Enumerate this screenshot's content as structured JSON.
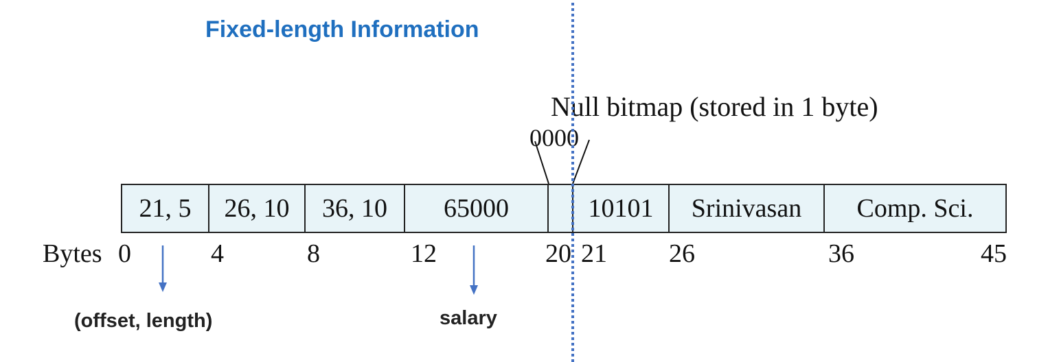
{
  "heading": "Fixed-length Information",
  "null_bitmap": {
    "label": "Null bitmap (stored in 1 byte)",
    "value": "0000"
  },
  "record": {
    "cells": [
      "21, 5",
      "26, 10",
      "36, 10",
      "65000",
      "",
      "10101",
      "Srinivasan",
      "Comp. Sci."
    ]
  },
  "bytes_label": "Bytes",
  "offsets": [
    "0",
    "4",
    "8",
    "12",
    "20",
    "21",
    "26",
    "36",
    "45"
  ],
  "annotations": {
    "offset_length": "(offset, length)",
    "salary": "salary"
  },
  "colors": {
    "heading": "#1F6FBF",
    "cell_fill": "#E8F4F8",
    "arrow": "#4472C4",
    "divider": "#4472C4"
  }
}
